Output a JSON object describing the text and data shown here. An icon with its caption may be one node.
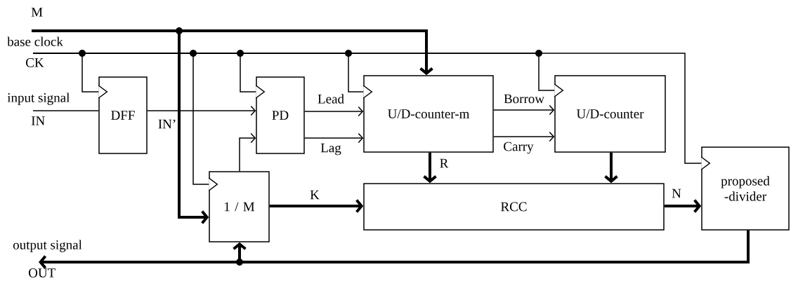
{
  "diagram": {
    "nodes": [
      {
        "text": [
          "DFF"
        ]
      },
      {
        "text": [
          "PD"
        ]
      },
      {
        "text": [
          "U/D-counter-m"
        ]
      },
      {
        "text": [
          "U/D-counter"
        ]
      },
      {
        "text": [
          "1 / M"
        ]
      },
      {
        "text": [
          "RCC"
        ]
      },
      {
        "text": [
          "proposed -divider"
        ]
      },
      {
        "text": [
          "M"
        ]
      },
      {
        "text": [
          "base clock",
          "CK"
        ]
      },
      {
        "text": [
          "input signal",
          "IN"
        ]
      },
      {
        "text": [
          "output signal",
          "OUT"
        ]
      }
    ],
    "edges": [
      {
        "from": 7,
        "to": 2,
        "arrow": "to",
        "style": "thick"
      },
      {
        "from": 7,
        "to": 4,
        "arrow": "to",
        "style": "thick"
      },
      {
        "from": 8,
        "to": 0,
        "arrow": "none"
      },
      {
        "from": 8,
        "to": 4,
        "arrow": "none"
      },
      {
        "from": 8,
        "to": 1,
        "arrow": "none"
      },
      {
        "from": 8,
        "to": 2,
        "arrow": "none"
      },
      {
        "from": 8,
        "to": 3,
        "arrow": "none"
      },
      {
        "from": 8,
        "to": 6,
        "arrow": "none"
      },
      {
        "from": 9,
        "to": 0,
        "arrow": "none"
      },
      {
        "from": 0,
        "to": 1,
        "arrow": "to",
        "label": "IN’"
      },
      {
        "from": 1,
        "to": 2,
        "arrow": "to",
        "label": "Lead"
      },
      {
        "from": 1,
        "to": 2,
        "arrow": "to",
        "label": "Lag"
      },
      {
        "from": 2,
        "to": 3,
        "arrow": "to",
        "label": "Borrow"
      },
      {
        "from": 2,
        "to": 3,
        "arrow": "to",
        "label": "Carry"
      },
      {
        "from": 4,
        "to": 1,
        "arrow": "to"
      },
      {
        "from": 4,
        "to": 5,
        "arrow": "to",
        "label": "K",
        "style": "thick"
      },
      {
        "from": 2,
        "to": 5,
        "arrow": "to",
        "label": "R",
        "style": "thick"
      },
      {
        "from": 3,
        "to": 5,
        "arrow": "to",
        "style": "thick"
      },
      {
        "from": 5,
        "to": 6,
        "arrow": "to",
        "label": "N",
        "style": "thick"
      },
      {
        "from": 6,
        "to": 10,
        "arrow": "to",
        "style": "thick"
      },
      {
        "from": 6,
        "to": 4,
        "arrow": "to",
        "style": "thick"
      }
    ]
  }
}
